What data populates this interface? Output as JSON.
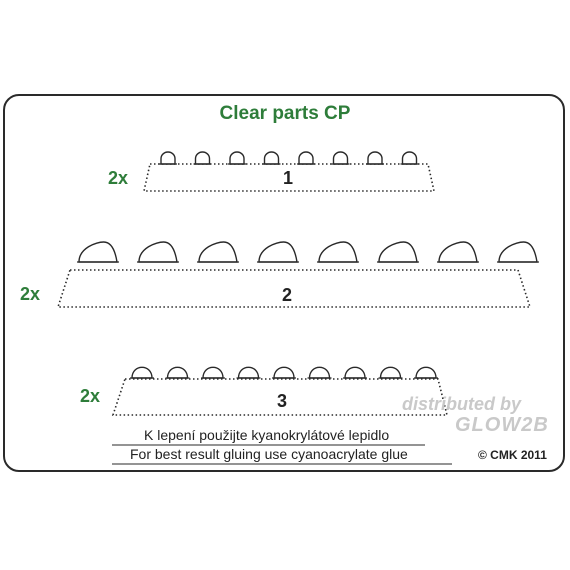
{
  "title": "Clear parts CP",
  "parts": [
    {
      "quantity": "2x",
      "number": "1",
      "canopy_count": 8,
      "canopy_shape": "round"
    },
    {
      "quantity": "2x",
      "number": "2",
      "canopy_count": 8,
      "canopy_shape": "teardrop"
    },
    {
      "quantity": "2x",
      "number": "3",
      "canopy_count": 9,
      "canopy_shape": "oval"
    }
  ],
  "notes": {
    "czech": "K lepení použijte kyanokrylátové lepidlo",
    "english": "For best result gluing use cyanoacrylate glue"
  },
  "copyright": "© CMK 2011",
  "watermark": {
    "line1": "distributed by",
    "line2": "GLOW2B"
  },
  "colors": {
    "accent_green": "#2e7d3a",
    "outline": "#2a2a2a",
    "watermark": "#c9c9c9"
  }
}
